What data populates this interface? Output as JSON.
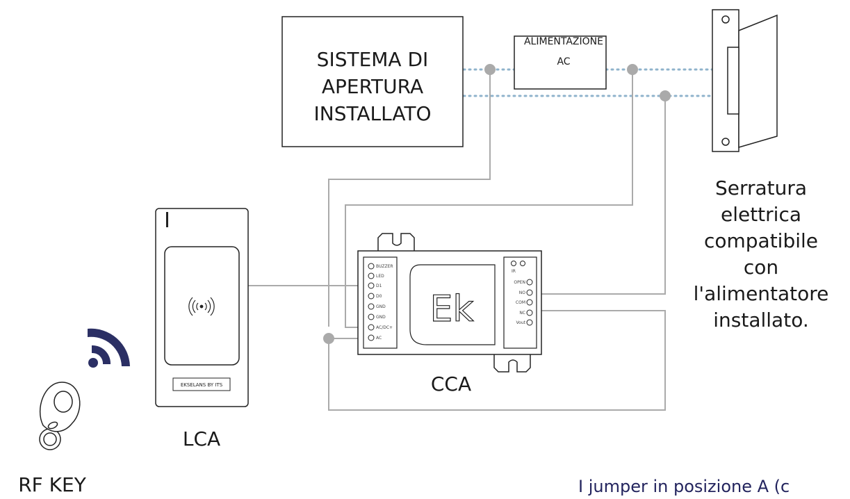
{
  "opening_system": {
    "lines": [
      "SISTEMA DI",
      "APERTURA",
      "INSTALLATO"
    ]
  },
  "power_supply": {
    "lines": [
      "ALIMENTAZIONE",
      "AC"
    ]
  },
  "lock": {
    "lines": [
      "Serratura",
      "elettrica",
      "compatibile",
      "con",
      "l'alimentatore",
      "installato."
    ]
  },
  "reader": {
    "label": "LCA",
    "brand": "EKSELANS BY ITS"
  },
  "controller": {
    "label": "CCA",
    "logo": "Ek",
    "left_terminals": [
      "BUZZER",
      "LED",
      "D1",
      "D0",
      "GND",
      "GND",
      "AC/DC+",
      "AC"
    ],
    "right_ir": "IR",
    "right_terminals": [
      "OPEN",
      "NO",
      "COM",
      "NC",
      "Vout"
    ]
  },
  "rf_key": {
    "label": "RF KEY"
  },
  "note": "I jumper in posizione A (c",
  "colors": {
    "wire_gray": "#aaaaaa",
    "dotted_blue": "#8fb3cc",
    "note_navy": "#23245e",
    "signal_navy": "#2b2f64"
  }
}
